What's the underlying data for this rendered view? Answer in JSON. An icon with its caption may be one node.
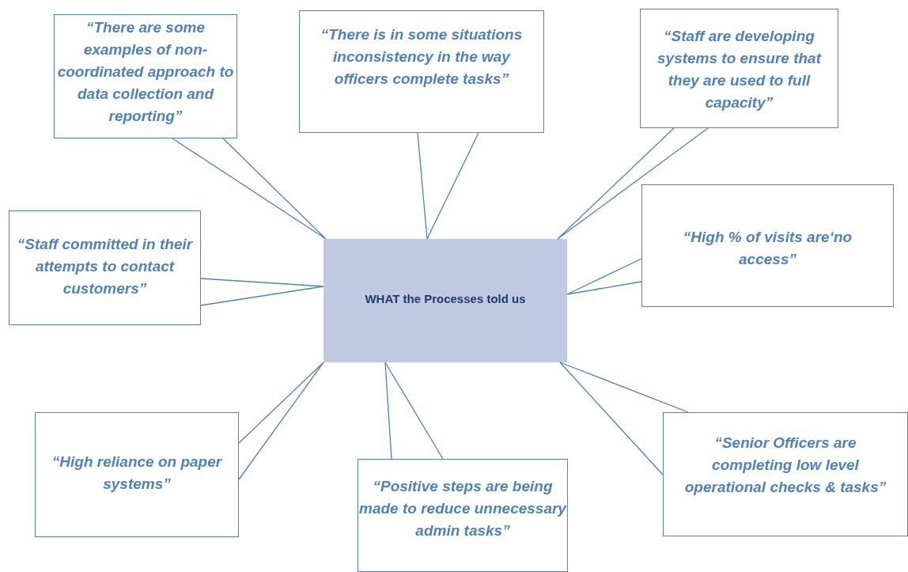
{
  "diagram": {
    "nodes": [
      {
        "text": [
          "WHAT the Processes told us"
        ]
      },
      {
        "text": [
          "“There are some examples of non-coordinated approach to data collection and reporting”"
        ]
      },
      {
        "text": [
          "“There is in some situations inconsistency in the way officers complete tasks”"
        ]
      },
      {
        "text": [
          "“Staff are developing systems to ensure that they are used to full capacity”"
        ]
      },
      {
        "text": [
          "“Staff committed in their attempts to contact customers”"
        ]
      },
      {
        "text": [
          "“High % of visits are‘no access”"
        ]
      },
      {
        "text": [
          "“High reliance on paper systems”"
        ]
      },
      {
        "text": [
          "“Positive steps are being made to reduce unnecessary admin tasks”"
        ]
      },
      {
        "text": [
          "“Senior Officers are completing low level operational checks & tasks”"
        ]
      }
    ],
    "edges": [
      {
        "from": 1,
        "to": 0,
        "arrow": "none"
      },
      {
        "from": 2,
        "to": 0,
        "arrow": "none"
      },
      {
        "from": 3,
        "to": 0,
        "arrow": "none"
      },
      {
        "from": 4,
        "to": 0,
        "arrow": "none"
      },
      {
        "from": 5,
        "to": 0,
        "arrow": "none"
      },
      {
        "from": 6,
        "to": 0,
        "arrow": "none"
      },
      {
        "from": 7,
        "to": 0,
        "arrow": "none"
      },
      {
        "from": 8,
        "to": 0,
        "arrow": "none"
      }
    ]
  }
}
